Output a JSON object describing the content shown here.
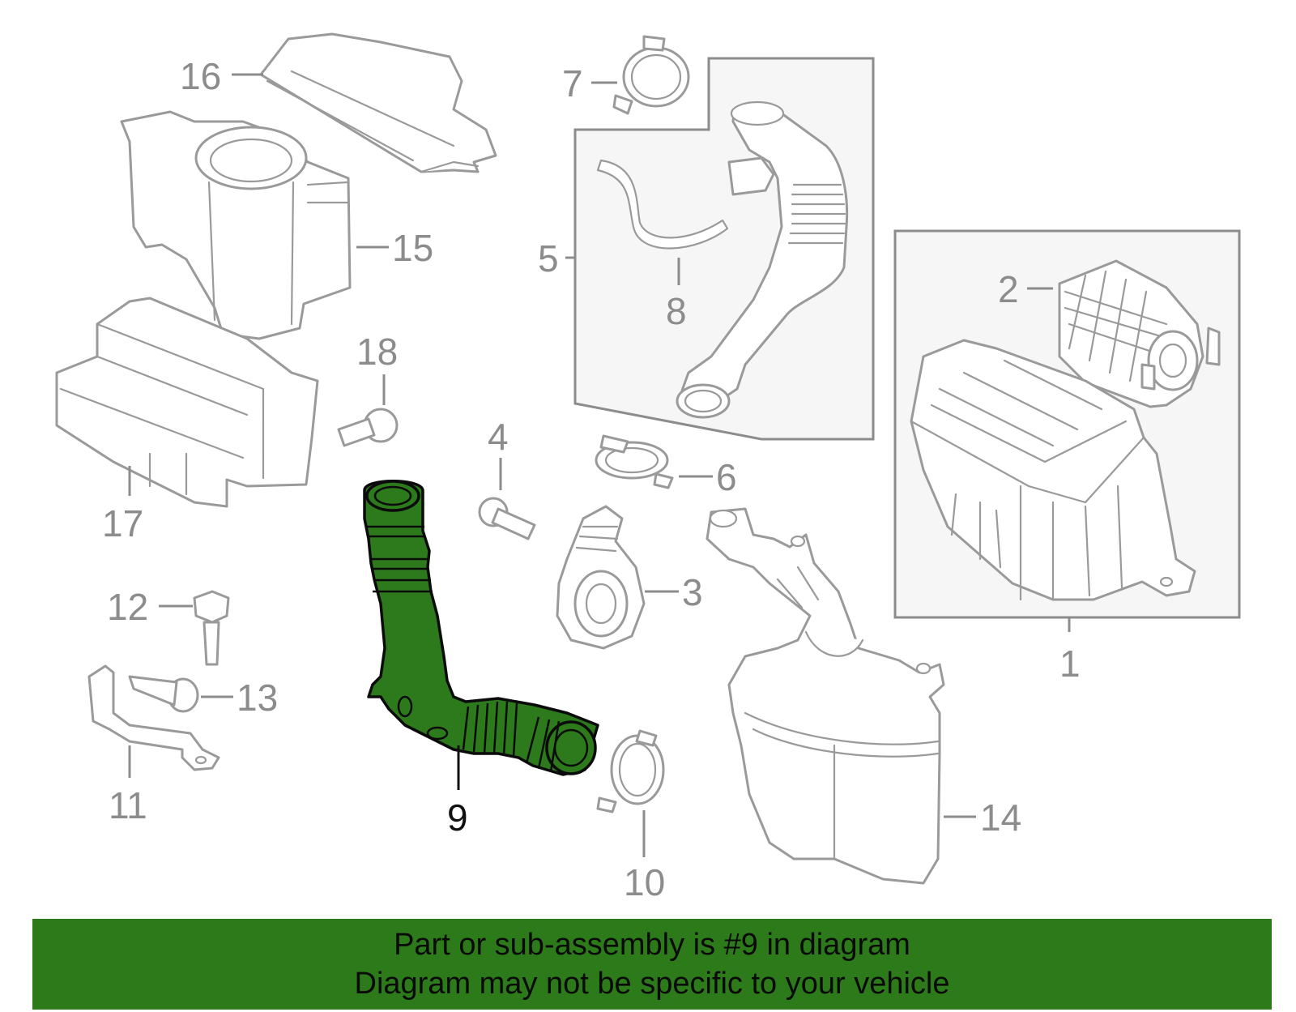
{
  "callouts": {
    "c1": "1",
    "c2": "2",
    "c3": "3",
    "c4": "4",
    "c5": "5",
    "c6": "6",
    "c7": "7",
    "c8": "8",
    "c9": "9",
    "c10": "10",
    "c11": "11",
    "c12": "12",
    "c13": "13",
    "c14": "14",
    "c15": "15",
    "c16": "16",
    "c17": "17",
    "c18": "18"
  },
  "highlight_part": "9",
  "colors": {
    "highlight": "#2d7a1c",
    "banner": "#2c7a1a",
    "outline": "#9a9a9a",
    "callout": "#8c8c8c"
  },
  "banner": {
    "line1": "Part or sub-assembly is #9 in diagram",
    "line2": "Diagram may not be specific to your vehicle"
  }
}
